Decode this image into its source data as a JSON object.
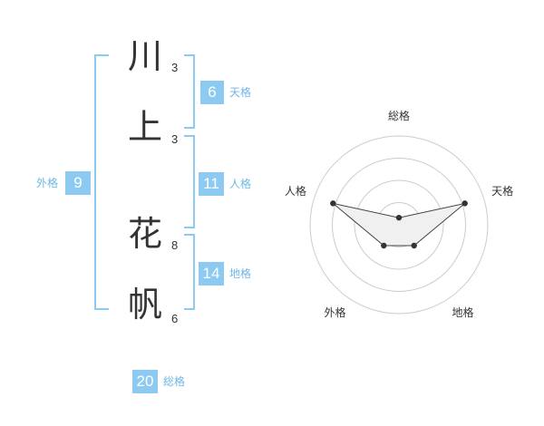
{
  "name": {
    "chars": [
      {
        "char": "川",
        "strokes": "3"
      },
      {
        "char": "上",
        "strokes": "3"
      },
      {
        "char": "花",
        "strokes": "8"
      },
      {
        "char": "帆",
        "strokes": "6"
      }
    ]
  },
  "fortune": {
    "tenkaku": {
      "value": "6",
      "label": "天格"
    },
    "jinkaku": {
      "value": "11",
      "label": "人格"
    },
    "chikaku": {
      "value": "14",
      "label": "地格"
    },
    "gaikaku": {
      "value": "9",
      "label": "外格"
    },
    "soukaku": {
      "value": "20",
      "label": "総格"
    }
  },
  "colors": {
    "accent": "#8dcaf1",
    "label": "#6fb7e6",
    "text": "#333333",
    "grid": "#cccccc",
    "polygon_fill": "#f0f0f0"
  },
  "chart_data": {
    "type": "radar",
    "axes": [
      "総格",
      "天格",
      "地格",
      "外格",
      "人格"
    ],
    "values": [
      0.08,
      0.78,
      0.29,
      0.29,
      0.78
    ],
    "rings": 4,
    "center_marker": true
  }
}
